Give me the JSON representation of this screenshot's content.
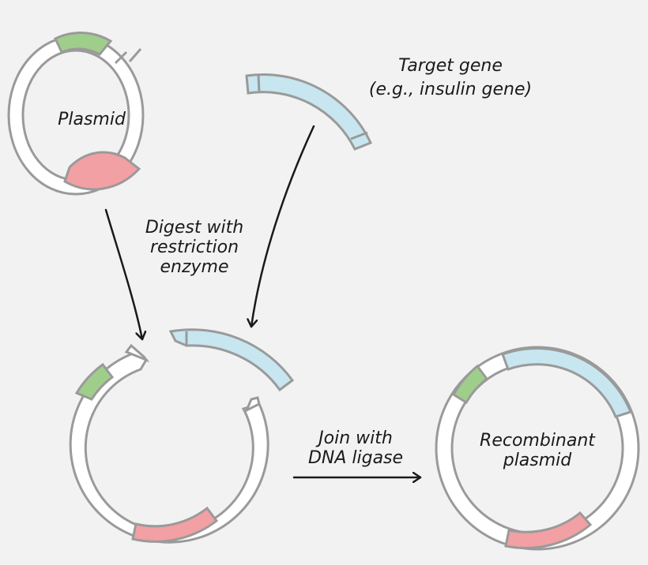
{
  "labels": {
    "plasmid": "Plasmid",
    "target_gene_line1": "Target gene",
    "target_gene_line2": "(e.g., insulin gene)",
    "digest_line1": "Digest with",
    "digest_line2": "restriction",
    "digest_line3": "enzyme",
    "join_line1": "Join with",
    "join_line2": "DNA ligase",
    "recombinant_line1": "Recombinant",
    "recombinant_line2": "plasmid"
  },
  "colors": {
    "background": "#f2f2f2",
    "outline": "#9a9a9a",
    "ring_fill": "#ffffff",
    "green_segment": "#9fce8a",
    "red_segment": "#f2a0a3",
    "blue_gene": "#c7e6f0",
    "text": "#1a1a1a"
  }
}
